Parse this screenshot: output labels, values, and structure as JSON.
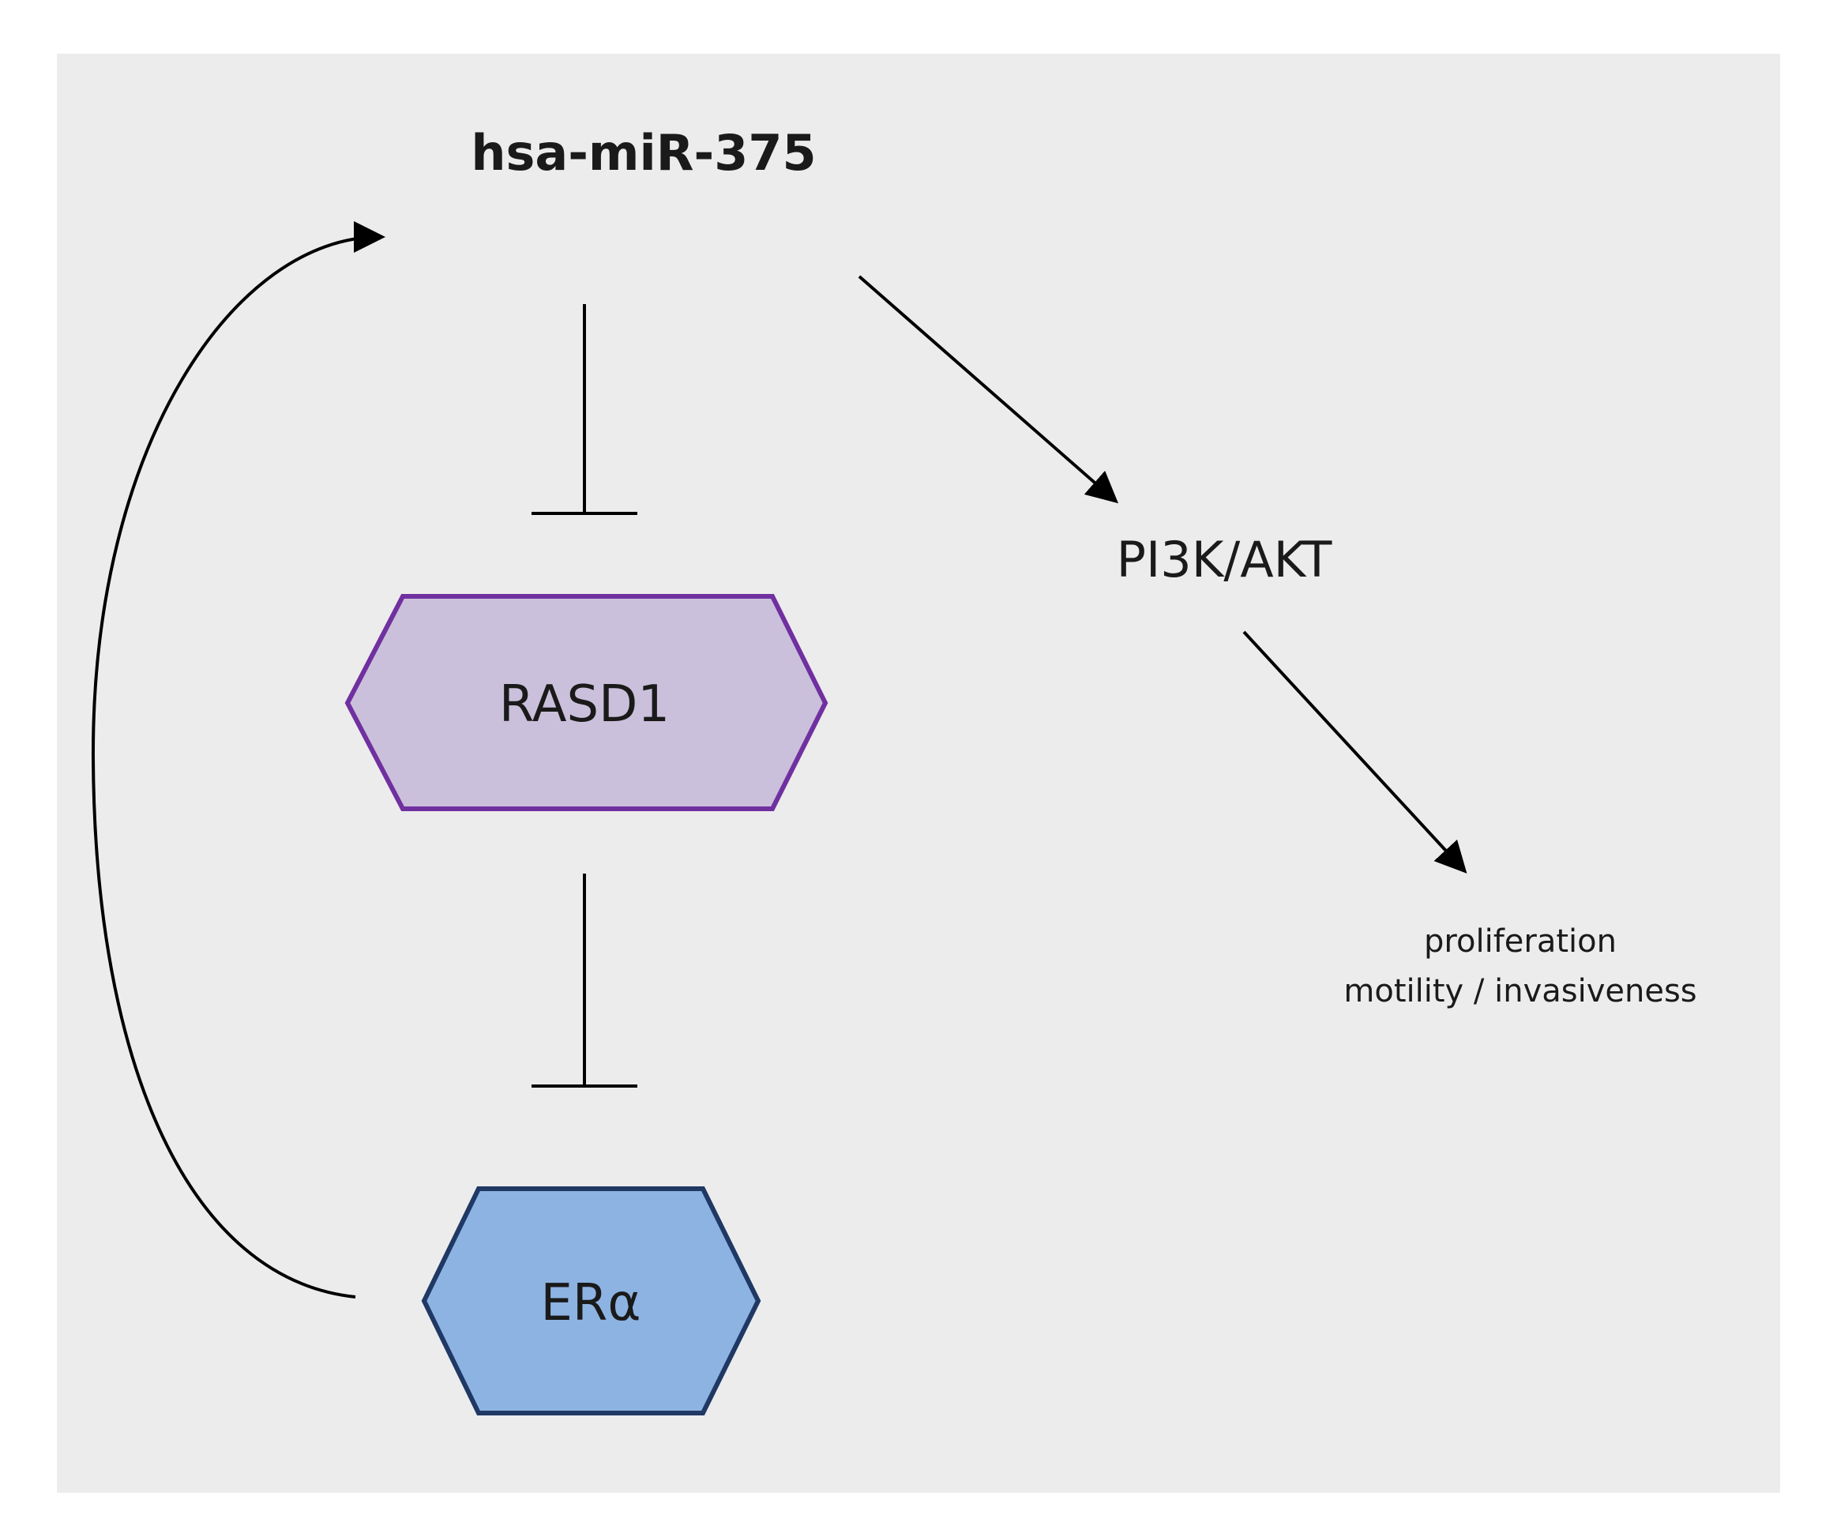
{
  "diagram": {
    "mirna_label": "hsa-miR-375",
    "target_label": "RASD1",
    "receptor_label": "ERα",
    "pathway_label": "PI3K/AKT",
    "outcome_line1": "proliferation",
    "outcome_line2": "motility / invasiveness"
  },
  "colors": {
    "panel_background": "#ececec",
    "rasd1_fill": "#cbc0db",
    "rasd1_stroke": "#7030a0",
    "era_fill": "#8db3e2",
    "era_stroke": "#1f3864",
    "line": "#000000"
  },
  "edges": [
    {
      "from": "hsa-miR-375",
      "to": "RASD1",
      "type": "inhibition"
    },
    {
      "from": "RASD1",
      "to": "ERα",
      "type": "inhibition"
    },
    {
      "from": "ERα",
      "to": "hsa-miR-375",
      "type": "activation"
    },
    {
      "from": "hsa-miR-375",
      "to": "PI3K/AKT",
      "type": "activation"
    },
    {
      "from": "PI3K/AKT",
      "to": "proliferation / motility / invasiveness",
      "type": "activation"
    }
  ]
}
